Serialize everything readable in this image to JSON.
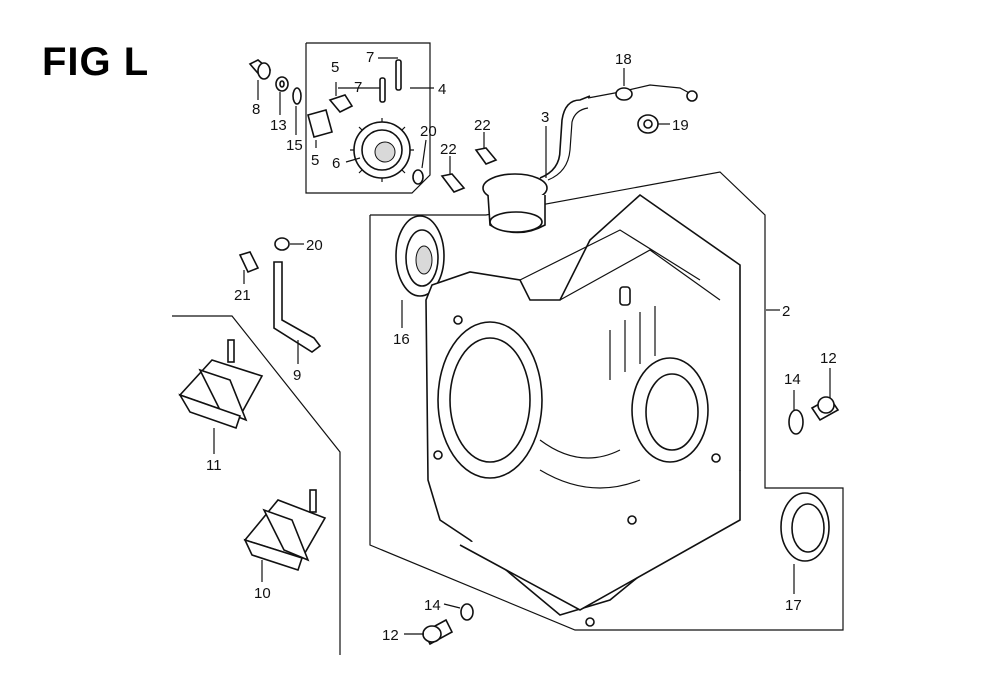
{
  "title": "FIG L",
  "callouts": {
    "c8": "8",
    "c13": "13",
    "c15": "15",
    "c5a": "5",
    "c5b": "5",
    "c7a": "7",
    "c7b": "7",
    "c4": "4",
    "c6": "6",
    "c20a": "20",
    "c22a": "22",
    "c22b": "22",
    "c3": "3",
    "c18": "18",
    "c19": "19",
    "c20b": "20",
    "c21": "21",
    "c9": "9",
    "c16": "16",
    "c2": "2",
    "c11": "11",
    "c10": "10",
    "c14a": "14",
    "c12a": "12",
    "c17": "17",
    "c14b": "14",
    "c12b": "12"
  }
}
